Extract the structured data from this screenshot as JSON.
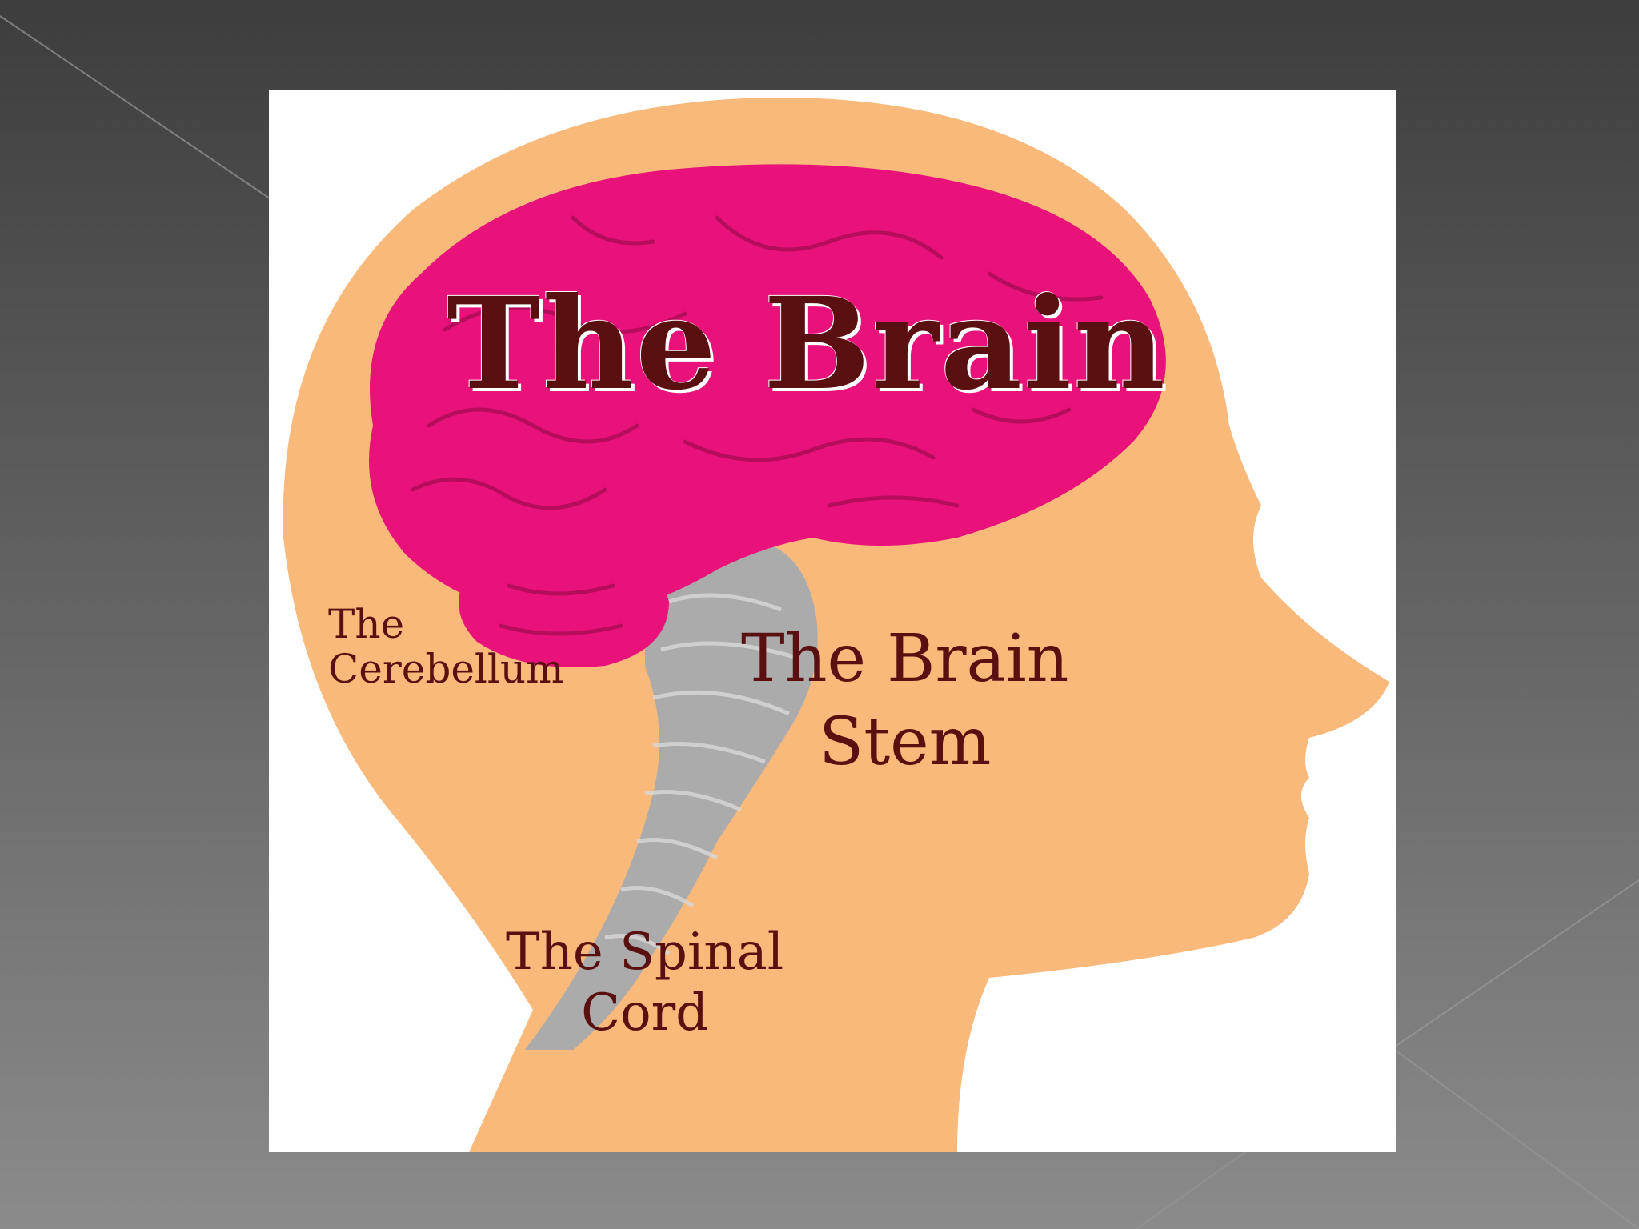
{
  "slide": {
    "background_top": "#3f3f3f",
    "background_bottom": "#8a8a8a",
    "accent_line": "#9a9a9a"
  },
  "diagram": {
    "title": "The Brain",
    "labels": {
      "cerebellum_line1": "The",
      "cerebellum_line2": "Cerebellum",
      "brainstem_line1": "The Brain",
      "brainstem_line2": "Stem",
      "spinal_line1": "The Spinal",
      "spinal_line2": "Cord"
    },
    "colors": {
      "head": "#f8b97a",
      "brain": "#e8127a",
      "brain_fold": "#b50c5c",
      "stem": "#a9a9a9",
      "text": "#5a1010",
      "frame": "#ffffff"
    }
  }
}
